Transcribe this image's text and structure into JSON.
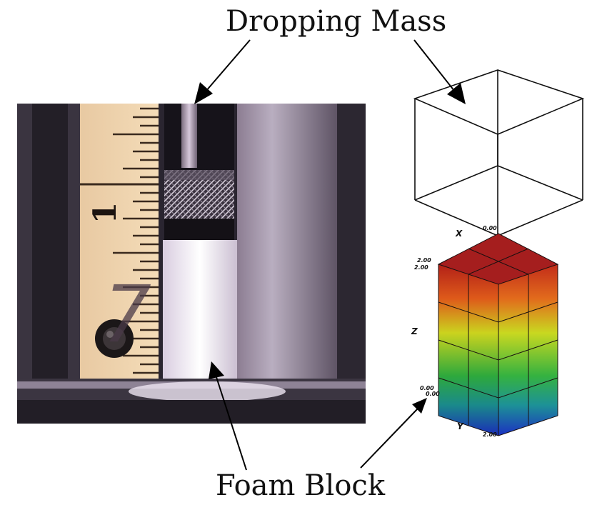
{
  "labels": {
    "top": "Dropping Mass",
    "bottom": "Foam Block"
  },
  "photo": {
    "ruler_number": "1",
    "block_mark": "7"
  },
  "model": {
    "axis_x": "X",
    "axis_y": "Y",
    "axis_z": "Z",
    "tick_x_origin": "0.00",
    "tick_z_top_1": "2.00",
    "tick_z_top_2": "2.00",
    "tick_z_origin_1": "0.00",
    "tick_z_origin_2": "0.00",
    "tick_y_end": "2.00"
  },
  "colors": {
    "block_top": "#a51e1e",
    "block_upper": "#d9481c",
    "block_mid": "#e8d020",
    "block_green": "#2fb540",
    "block_bottom": "#1f3bc4"
  }
}
